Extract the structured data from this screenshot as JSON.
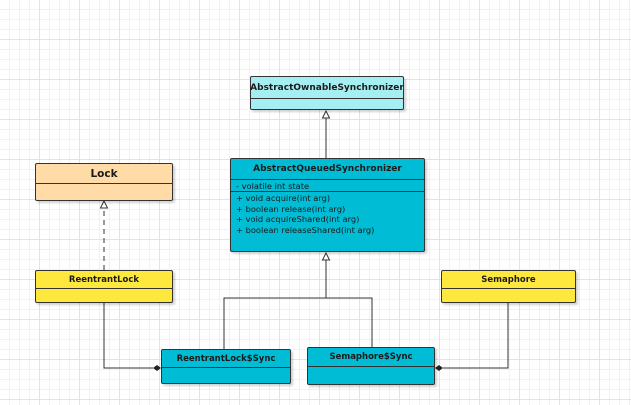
{
  "classes": {
    "abstract_ownable": {
      "name": "AbstractOwnableSynchronizer",
      "fill": "#a5eef2"
    },
    "lock": {
      "name": "Lock",
      "fill": "#ffdba8"
    },
    "aqs": {
      "name": "AbstractQueuedSynchronizer",
      "fill": "#00bcd4",
      "fields": [
        "- volatile int state"
      ],
      "methods": [
        "+ void acquire(int arg)",
        "+ boolean release(int arg)",
        "+ void acquireShared(int arg)",
        "+ boolean releaseShared(int arg)"
      ]
    },
    "reentrant_lock": {
      "name": "ReentrantLock",
      "fill": "#ffe83d"
    },
    "semaphore": {
      "name": "Semaphore",
      "fill": "#ffe83d"
    },
    "reentrant_lock_sync": {
      "name": "ReentrantLock$Sync",
      "fill": "#00bcd4"
    },
    "semaphore_sync": {
      "name": "Semaphore$Sync",
      "fill": "#00bcd4"
    }
  },
  "relations": [
    {
      "from": "AbstractQueuedSynchronizer",
      "to": "AbstractOwnableSynchronizer",
      "kind": "inheritance"
    },
    {
      "from": "ReentrantLock",
      "to": "Lock",
      "kind": "realization"
    },
    {
      "from": "ReentrantLock$Sync",
      "to": "AbstractQueuedSynchronizer",
      "kind": "inheritance"
    },
    {
      "from": "Semaphore$Sync",
      "to": "AbstractQueuedSynchronizer",
      "kind": "inheritance"
    },
    {
      "from": "ReentrantLock",
      "to": "ReentrantLock$Sync",
      "kind": "composition"
    },
    {
      "from": "Semaphore",
      "to": "Semaphore$Sync",
      "kind": "composition"
    }
  ]
}
